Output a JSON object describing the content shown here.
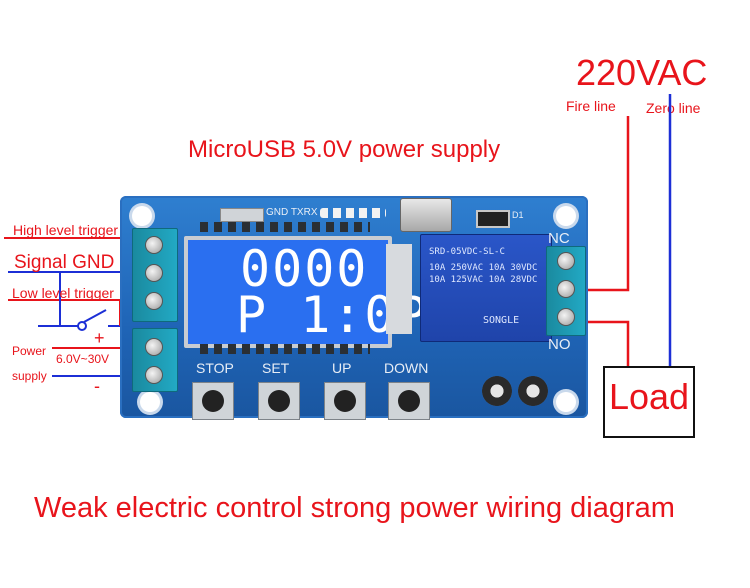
{
  "titles": {
    "ac": "220VAC",
    "usb": "MicroUSB 5.0V power supply",
    "bottom": "Weak electric control strong power wiring diagram"
  },
  "lines": {
    "fire": "Fire line",
    "zero": "Zero line"
  },
  "left_labels": {
    "high": "High level trigger",
    "high_sign": "+",
    "signal": "Signal GND",
    "low": "Low level trigger",
    "low_sign": "-",
    "power_plus": "+",
    "power1": "Power",
    "power2": "supply",
    "voltage": "6.0V~30V",
    "power_minus": "-"
  },
  "pcb": {
    "header": "GND TXRX",
    "led_label": "D1",
    "nc": "NC",
    "no": "NO",
    "display_line1": "0000",
    "display_line2": "P 1:0P",
    "buttons": [
      "STOP",
      "SET",
      "UP",
      "DOWN"
    ],
    "relay_model": "SRD-05VDC-SL-C",
    "relay_spec1": "10A 250VAC  10A 30VDC",
    "relay_spec2": "10A 125VAC  10A 28VDC",
    "relay_brand": "SONGLE"
  },
  "load": "Load",
  "colors": {
    "red": "#e8141b",
    "blue": "#1c2fd6",
    "pcb": "#2270c4",
    "lcd": "#2a6ff0"
  }
}
